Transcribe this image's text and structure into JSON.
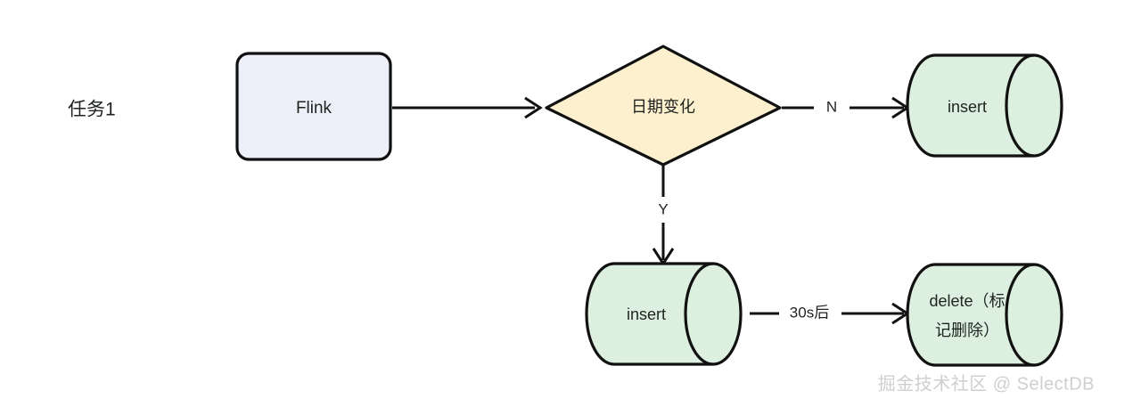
{
  "diagram": {
    "title": "Flink date-change insert/delete flow",
    "swimlane": {
      "label": "任务1"
    },
    "colors": {
      "process_fill": "#edf0f8",
      "decision_fill": "#fcf0cf",
      "datastore_fill": "#ddf0e0",
      "stroke": "#111111",
      "text": "#1f2320",
      "watermark": "#cfcfcf",
      "background": "#ffffff"
    },
    "nodes": [
      {
        "id": "flink",
        "shape": "process",
        "label": "Flink"
      },
      {
        "id": "date_change",
        "shape": "decision",
        "label": "日期变化"
      },
      {
        "id": "insert_top",
        "shape": "datastore",
        "label": "insert"
      },
      {
        "id": "insert_bottom",
        "shape": "datastore",
        "label": "insert"
      },
      {
        "id": "delete_marked",
        "shape": "datastore",
        "label_line1": "delete（标",
        "label_line2": "记删除）"
      }
    ],
    "edges": [
      {
        "id": "flink-to-decision",
        "from": "flink",
        "to": "date_change",
        "label": ""
      },
      {
        "id": "decision-to-insert-top",
        "from": "date_change",
        "to": "insert_top",
        "label": "N"
      },
      {
        "id": "decision-to-insert-bottom",
        "from": "date_change",
        "to": "insert_bottom",
        "label": "Y"
      },
      {
        "id": "insert-bottom-to-delete",
        "from": "insert_bottom",
        "to": "delete_marked",
        "label": "30s后"
      }
    ]
  },
  "watermark": {
    "text": "掘金技术社区 @ SelectDB"
  }
}
